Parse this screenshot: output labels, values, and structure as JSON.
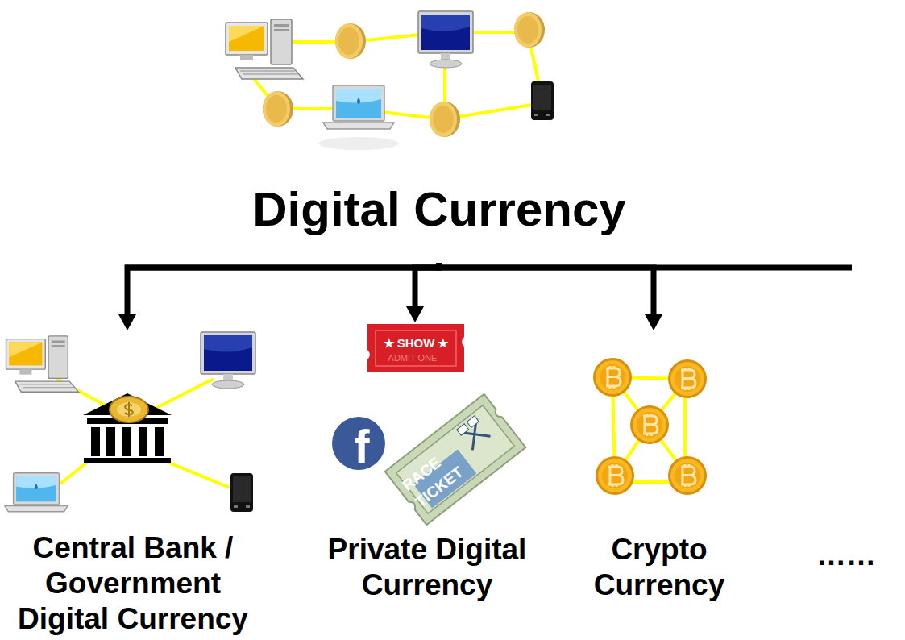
{
  "diagram": {
    "nodes": [
      {
        "text": [
          "Digital Currency"
        ]
      },
      {
        "text": [
          "Central Bank / Government Digital Currency"
        ]
      },
      {
        "text": [
          "Private Digital Currency"
        ]
      },
      {
        "text": [
          "Crypto Currency"
        ]
      }
    ],
    "edges": [
      {
        "from": 0,
        "to": 1,
        "arrow": "to"
      },
      {
        "from": 0,
        "to": 2,
        "arrow": "to"
      },
      {
        "from": 0,
        "to": 3,
        "arrow": "to"
      }
    ],
    "labels": [
      "★ SHOW ★",
      "ADMIT ONE",
      "f",
      "RACE",
      "TICKET",
      "……"
    ]
  }
}
